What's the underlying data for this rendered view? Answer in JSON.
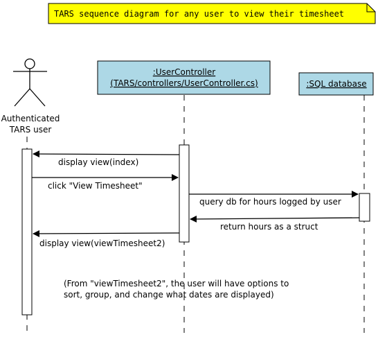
{
  "note": {
    "text": "TARS sequence diagram for any user to view their timesheet",
    "fill": "#ffff00"
  },
  "actor": {
    "line1": "Authenticated",
    "line2": "TARS user"
  },
  "objects": {
    "controller": {
      "line1": ":UserController",
      "line2": "(TARS/controllers/UserController.cs)"
    },
    "database": {
      "label": ":SQL database"
    },
    "fill": "#add8e6"
  },
  "messages": [
    {
      "label": "display view(index)",
      "direction": "controller-to-user"
    },
    {
      "label": "click \"View Timesheet\"",
      "direction": "user-to-controller"
    },
    {
      "label": "query db for hours logged by user",
      "direction": "controller-to-database"
    },
    {
      "label": "return hours as a struct",
      "direction": "database-to-controller"
    },
    {
      "label": "display view(viewTimesheet2)",
      "direction": "controller-to-user"
    }
  ],
  "comment": {
    "line1": "(From \"viewTimesheet2\", the user will have options to",
    "line2": "sort, group, and change what dates are displayed)"
  }
}
